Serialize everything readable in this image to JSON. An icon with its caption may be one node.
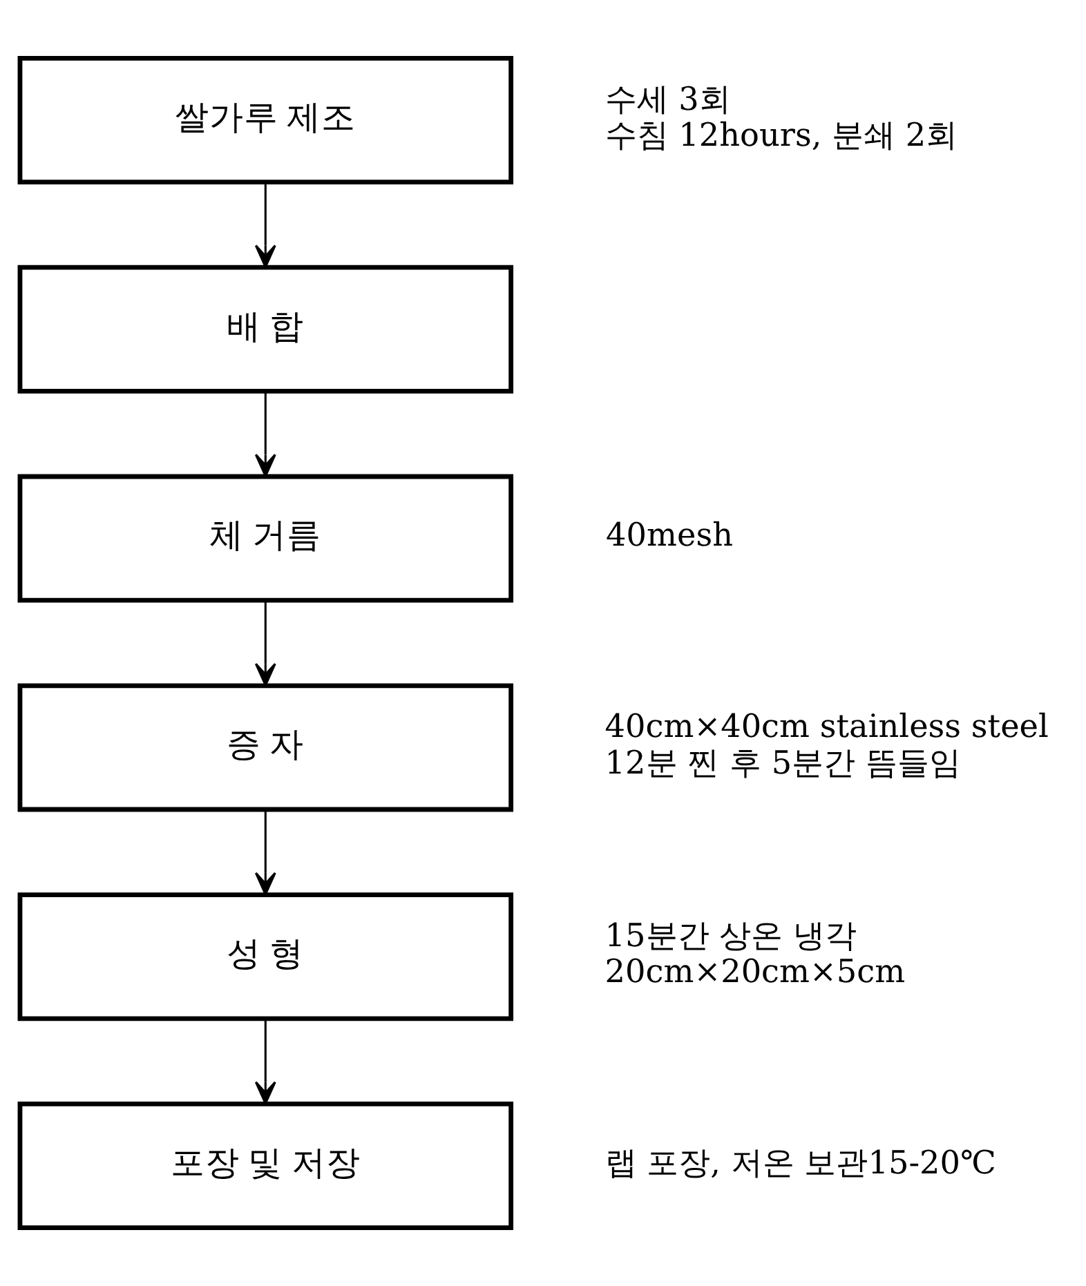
{
  "diagram": {
    "nodes": [
      {
        "text": [
          "쌀가루 제조"
        ],
        "beside": [
          "수세 3회",
          "수침 12hours, 분쇄 2회"
        ]
      },
      {
        "text": [
          "배 합"
        ]
      },
      {
        "text": [
          "체 거름"
        ],
        "beside": [
          "40mesh"
        ]
      },
      {
        "text": [
          "증 자"
        ],
        "beside": [
          "40cm×40cm stainless steel",
          "12분 찐 후 5분간 뜸들임"
        ]
      },
      {
        "text": [
          "성 형"
        ],
        "beside": [
          "15분간 상온 냉각",
          "20cm×20cm×5cm"
        ]
      },
      {
        "text": [
          "포장 및 저장"
        ],
        "beside": [
          "랩 포장, 저온 보관15-20℃"
        ]
      }
    ],
    "edges": [
      {
        "from": 0,
        "to": 1,
        "arrow": "to"
      },
      {
        "from": 1,
        "to": 2,
        "arrow": "to"
      },
      {
        "from": 2,
        "to": 3,
        "arrow": "to"
      },
      {
        "from": 3,
        "to": 4,
        "arrow": "to"
      },
      {
        "from": 4,
        "to": 5,
        "arrow": "to"
      }
    ]
  }
}
